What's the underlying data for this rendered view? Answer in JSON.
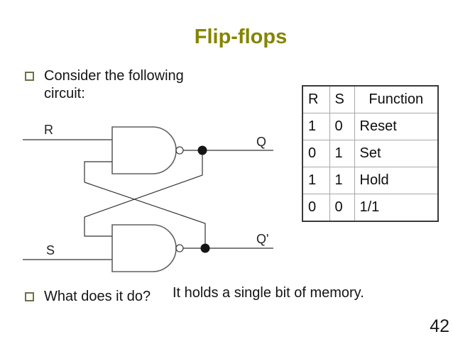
{
  "slide": {
    "title": "Flip-flops",
    "bullet1": "Consider the following circuit:",
    "bullet2": "What does it do?",
    "answer": "It holds a single bit of memory.",
    "page_number": "42"
  },
  "circuit": {
    "description": "SR latch built from two cross-coupled NAND gates",
    "labels": {
      "r": "R",
      "s": "S",
      "q": "Q",
      "q_not": "Q'"
    }
  },
  "truth_table": {
    "headers": [
      "R",
      "S",
      "Function"
    ],
    "rows": [
      [
        "1",
        "0",
        "Reset"
      ],
      [
        "0",
        "1",
        "Set"
      ],
      [
        "1",
        "1",
        "Hold"
      ],
      [
        "0",
        "0",
        "1/1"
      ]
    ]
  },
  "colors": {
    "title": "#848400",
    "bullet_square": "#6e6e4b",
    "body_text": "#141414",
    "table_border_outer": "#3a3a3a",
    "table_border_inner": "#a8a8a8",
    "wire": "#333333",
    "gate_outline": "#606060",
    "junction_dot": "#151515"
  }
}
